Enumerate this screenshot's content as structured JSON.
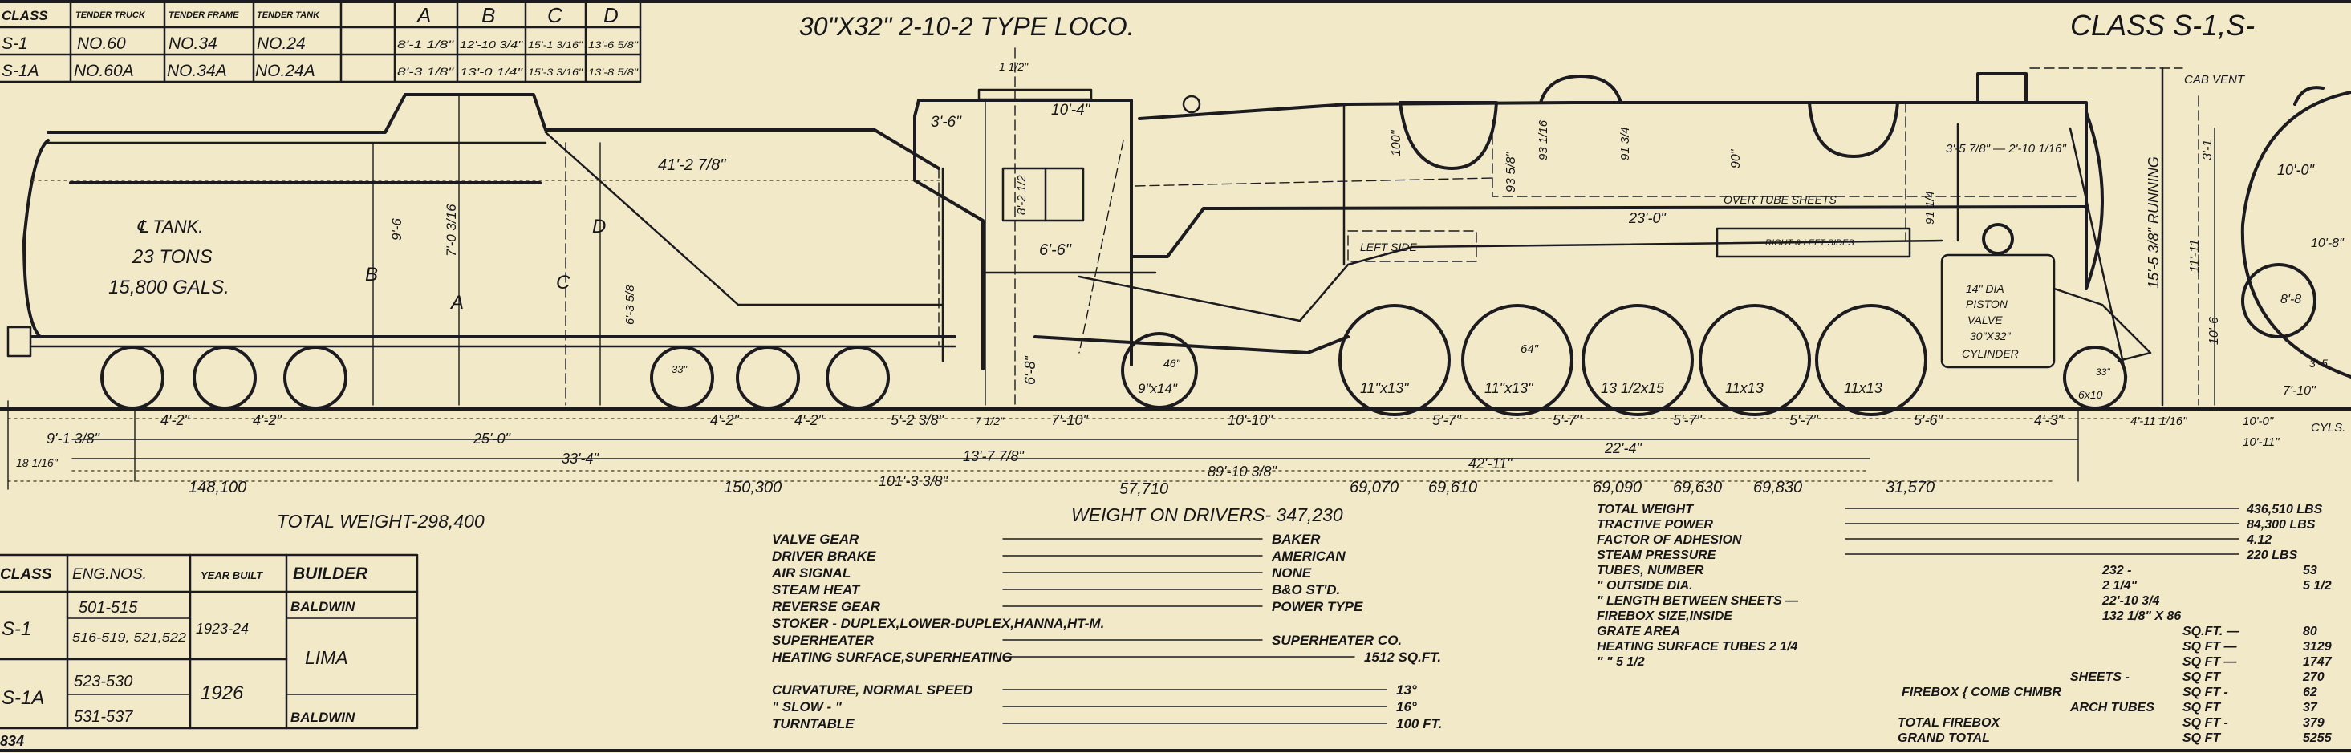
{
  "title": {
    "main": "30\"X32\"  2-10-2 TYPE LOCO.",
    "class": "CLASS S-1,S-"
  },
  "tender_table": {
    "headers": [
      "CLASS",
      "TENDER TRUCK",
      "TENDER FRAME",
      "TENDER TANK",
      "A",
      "B",
      "C",
      "D"
    ],
    "rows": [
      [
        "S-1",
        "NO.60",
        "NO.34",
        "NO.24",
        "8'-1 1/8\"",
        "12'-10 3/4\"",
        "15'-1 3/16\"",
        "13'-6 5/8\""
      ],
      [
        "S-1A",
        "NO.60A",
        "NO.34A",
        "NO.24A",
        "8'-3 1/8\"",
        "13'-0 1/4\"",
        "15'-3 3/16\"",
        "13'-8 5/8\""
      ]
    ]
  },
  "builder_table": {
    "headers": [
      "CLASS",
      "ENG.NOS.",
      "YEAR BUILT",
      "BUILDER"
    ],
    "classes": [
      "S-1",
      "S-1A"
    ],
    "eng_nos": [
      "501-515",
      "516-519, 521,522",
      "523-530",
      "531-537"
    ],
    "years": [
      "1923-24",
      "1926"
    ],
    "builders": [
      "BALDWIN",
      "LIMA",
      "BALDWIN"
    ],
    "sheet_no": "834"
  },
  "drawing_labels": {
    "tank_cl": "℄ TANK.",
    "tank_tons": "23 TONS",
    "tank_gals": "15,800 GALS.",
    "letters": [
      "A",
      "B",
      "C",
      "D"
    ],
    "tender_length": "41'-2 7/8\"",
    "tender_h1": "9'-6",
    "tender_h2": "7'-0 3/16",
    "tender_h3": "6'-3 5/8",
    "tender_wheel": "33\"",
    "cab_top": "1 1/2\"",
    "cab_36": "3'-6\"",
    "cab_104": "10'-4\"",
    "cab_window": "8'-2 1/2",
    "cab_66": "6'-6\"",
    "cab_68": "6'-8\"",
    "boiler_100": "100\"",
    "boiler_935": "93 5/8\"",
    "boiler_9316": "93 1/16",
    "boiler_9134": "91 3/4",
    "boiler_90": "90\"",
    "boiler_9114": "91 1/4",
    "smokebox": "3'-5 7/8\" — 2'-10 1/16\"",
    "tubes_len": "23'-0\"",
    "over_tube": "OVER TUBE SHEETS",
    "left_side": "LEFT SIDE",
    "right_left": "RIGHT & LEFT SIDES",
    "cyl": [
      "14\" DIA",
      "PISTON",
      "VALVE",
      "30\"X32\"",
      "CYLINDER"
    ],
    "cab_vent": "CAB VENT",
    "running": "15'-5 3/8\" RUNNING",
    "h1111": "11'-11",
    "h106": "10'-6",
    "h31": "3'-1",
    "front_100": "10'-0\"",
    "front_108": "10'-8\"",
    "front_88": "8'-8",
    "front_710": "7'-10\"",
    "front_35": "3'-5",
    "trail_wheel": "9\"x14\"",
    "trail_dia": "46\"",
    "drivers": [
      "11\"x13\"",
      "11\"x13\"",
      "13 1/2x15",
      "11x13",
      "11x13"
    ],
    "driver_dia": "64\"",
    "lead_wheel": "6x10",
    "lead_dia": "33\""
  },
  "dimensions": {
    "row1": [
      "4'-2\"",
      "4'-2\"",
      "4'-2\"",
      "4'-2\"",
      "5'-2 3/8\"",
      "7 1/2\"",
      "7'-10\"",
      "10'-10\"",
      "5'-7\"",
      "5'-7\"",
      "5'-7\"",
      "5'-7\"",
      "5'-6\"",
      "4'-3\"",
      "4'-11 1/16\"",
      "10'-0\""
    ],
    "row2": [
      "9'-1 3/8\"",
      "25'-0\"",
      "13'-7 7/8\"",
      "22'-4\"",
      "10'-11\"",
      "CYLS."
    ],
    "row3": [
      "18 1/16\"",
      "33'-4\"",
      "42'-11\""
    ],
    "row4": [
      "101'-3 3/8\"",
      "89'-10 3/8\""
    ]
  },
  "weights": {
    "axles": [
      "148,100",
      "150,300",
      "57,710",
      "69,070",
      "69,610",
      "69,090",
      "69,630",
      "69,830",
      "31,570"
    ],
    "tender_total": "TOTAL WEIGHT-298,400",
    "on_drivers": "WEIGHT ON DRIVERS- 347,230"
  },
  "specs_left": [
    {
      "label": "VALVE GEAR",
      "value": "BAKER"
    },
    {
      "label": "DRIVER BRAKE",
      "value": "AMERICAN"
    },
    {
      "label": "AIR SIGNAL",
      "value": "NONE"
    },
    {
      "label": "STEAM HEAT",
      "value": "B&O ST'D."
    },
    {
      "label": "REVERSE GEAR",
      "value": "POWER TYPE"
    },
    {
      "label": "STOKER -  DUPLEX,LOWER-DUPLEX,HANNA,HT-M.",
      "value": ""
    },
    {
      "label": "SUPERHEATER",
      "value": "SUPERHEATER CO."
    },
    {
      "label": "HEATING SURFACE,SUPERHEATING",
      "value": "1512 SQ.FT."
    },
    {
      "label": "CURVATURE, NORMAL SPEED",
      "value": "13°"
    },
    {
      "label": "  \"      SLOW -  \"",
      "value": "16°"
    },
    {
      "label": "TURNTABLE",
      "value": "100 FT."
    }
  ],
  "specs_right": [
    {
      "label": "TOTAL WEIGHT",
      "mid": "",
      "value": "436,510 LBS"
    },
    {
      "label": "TRACTIVE POWER",
      "mid": "",
      "value": "84,300 LBS"
    },
    {
      "label": "FACTOR OF ADHESION",
      "mid": "",
      "value": "4.12"
    },
    {
      "label": "STEAM PRESSURE",
      "mid": "",
      "value": "220 LBS"
    },
    {
      "label": "TUBES, NUMBER",
      "mid": "232 -",
      "value": "53"
    },
    {
      "label": "  \"   OUTSIDE DIA.",
      "mid": "2 1/4\"",
      "value": "5 1/2"
    },
    {
      "label": "  \"  LENGTH BETWEEN SHEETS —",
      "mid": "22'-10 3/4",
      "value": ""
    },
    {
      "label": "FIREBOX SIZE,INSIDE",
      "mid": "132 1/8\" X 86",
      "value": ""
    },
    {
      "label": "GRATE AREA",
      "mid": "SQ.FT. —",
      "value": "80"
    },
    {
      "label": "HEATING SURFACE TUBES 2 1/4",
      "mid": "SQ FT —",
      "value": "3129"
    },
    {
      "label": "  \"        \"        5 1/2",
      "mid": "SQ FT —",
      "value": "1747"
    },
    {
      "label": "SHEETS -",
      "mid": "SQ FT",
      "value": "270"
    },
    {
      "label": "FIREBOX { COMB CHMBR",
      "mid": "SQ FT -",
      "value": "62"
    },
    {
      "label": "ARCH TUBES",
      "mid": "SQ FT",
      "value": "37"
    },
    {
      "label": "TOTAL FIREBOX",
      "mid": "SQ FT -",
      "value": "379"
    },
    {
      "label": "GRAND TOTAL",
      "mid": "SQ FT",
      "value": "5255"
    }
  ]
}
